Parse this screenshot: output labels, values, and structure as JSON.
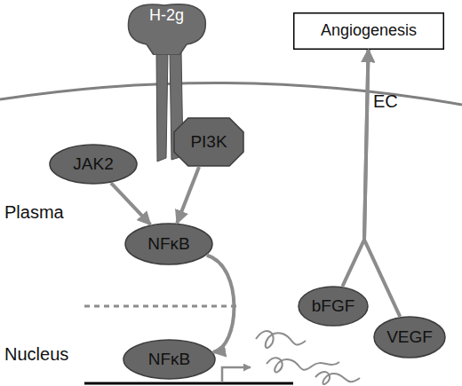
{
  "diagram": {
    "nodes": [
      {
        "text": [
          "H-2g"
        ]
      },
      {
        "text": [
          "Angiogenesis"
        ]
      },
      {
        "text": [
          "JAK2"
        ]
      },
      {
        "text": [
          "PI3K"
        ]
      },
      {
        "text": [
          "NFκB"
        ]
      },
      {
        "text": [
          "bFGF"
        ]
      },
      {
        "text": [
          "VEGF"
        ]
      },
      {
        "text": [
          "NFκB"
        ]
      }
    ],
    "edges": [
      {
        "from": 2,
        "to": 4,
        "arrow": "to"
      },
      {
        "from": 3,
        "to": 4,
        "arrow": "to"
      },
      {
        "from": 4,
        "to": 7,
        "arrow": "to"
      },
      {
        "from": 5,
        "to": 1,
        "arrow": "to"
      },
      {
        "from": 6,
        "to": 1,
        "arrow": "to"
      }
    ],
    "labels": [
      "EC",
      "Plasma",
      "Nucleus"
    ]
  }
}
